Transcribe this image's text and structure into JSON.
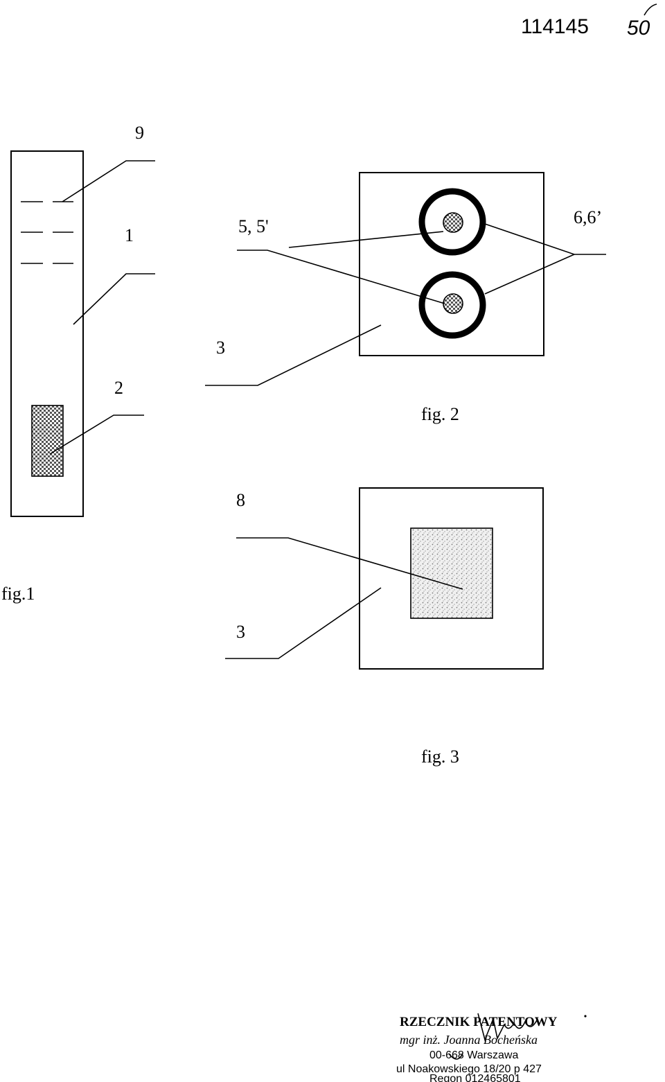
{
  "document": {
    "number": "114145",
    "note": "50"
  },
  "fig1": {
    "caption": "fig.1",
    "labels": {
      "marks": "9",
      "strip": "1",
      "pad": "2"
    }
  },
  "fig2": {
    "caption": "fig. 2",
    "labels": {
      "spots": "5, 5'",
      "rings": "6,6’",
      "base": "3"
    }
  },
  "fig3": {
    "caption": "fig. 3",
    "labels": {
      "square": "8",
      "base": "3"
    }
  },
  "stamp": {
    "title": "RZECZNIK PATENTOWY",
    "name": "mgr inż. Joanna Bocheńska",
    "postcode": "00-668 Warszawa",
    "street": "ul Noakowskiego 18/20 p 427",
    "regon": "Regon 012465801"
  },
  "colors": {
    "ink": "#000000",
    "paper": "#ffffff",
    "fill_pattern": "#6a6a6a"
  }
}
